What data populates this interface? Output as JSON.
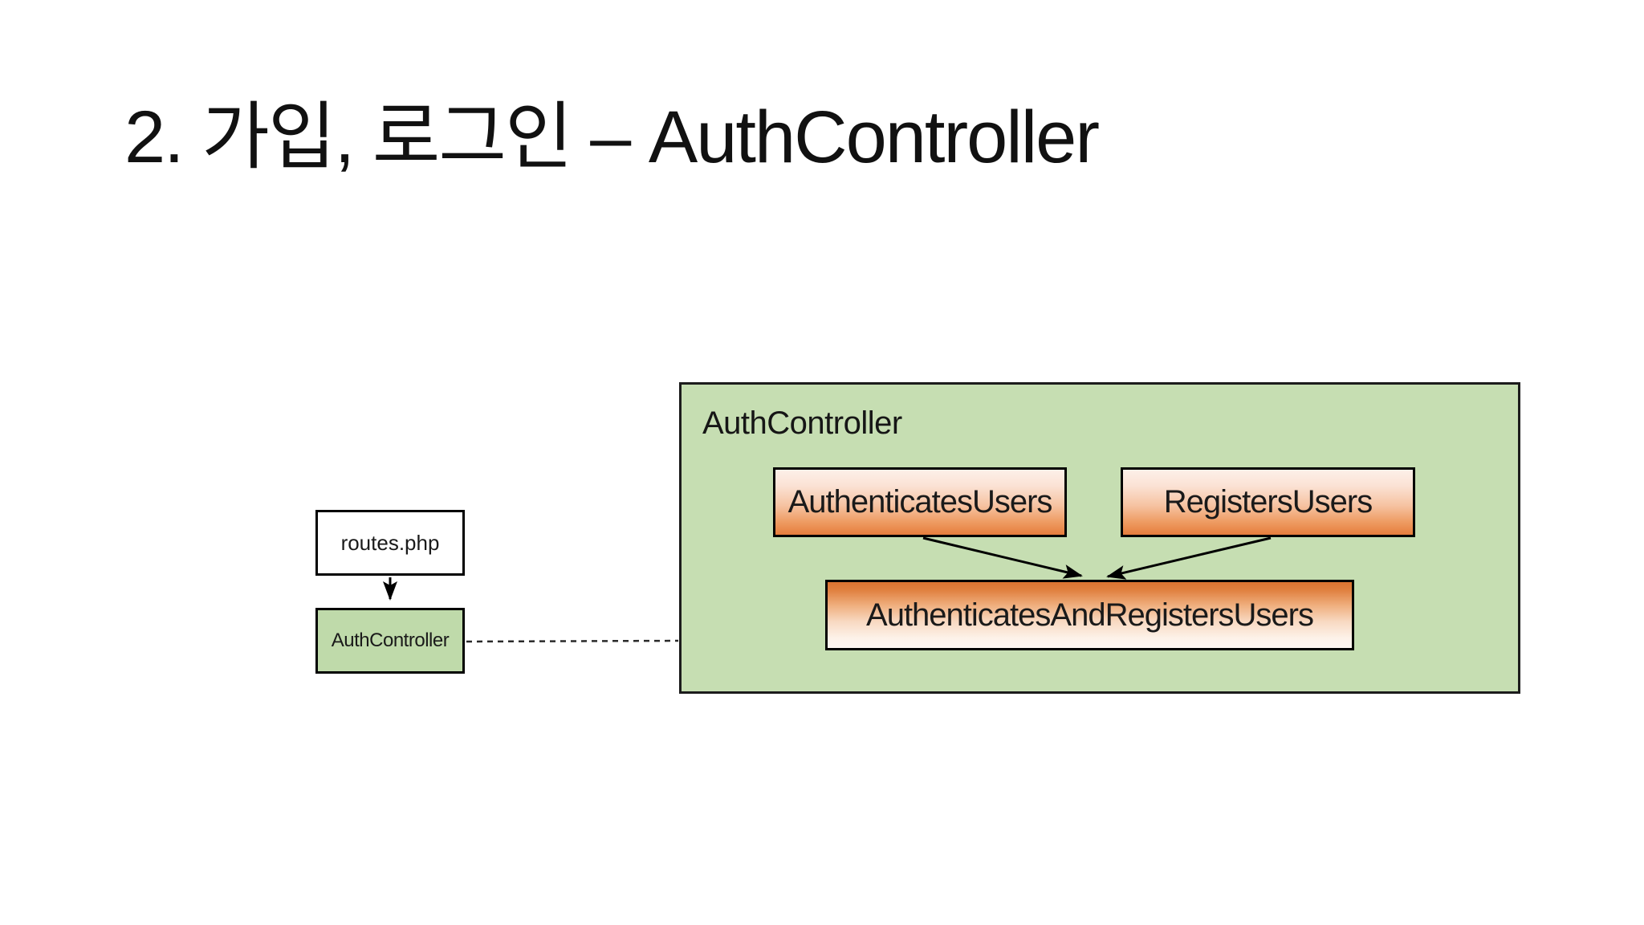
{
  "slide": {
    "title": "2. 가입, 로그인 – AuthController"
  },
  "routing": {
    "routes_file": "routes.php",
    "controller": "AuthController"
  },
  "auth_controller_panel": {
    "label": "AuthController",
    "traits": [
      {
        "label": "AuthenticatesUsers"
      },
      {
        "label": "RegistersUsers"
      }
    ],
    "combined_trait": {
      "label": "AuthenticatesAndRegistersUsers"
    }
  },
  "colors": {
    "slide_background": "#ffffff",
    "panel_green": "#c6deb2",
    "controller_green": "#bfdaaa",
    "trait_gradient_top": "#fdf0e9",
    "trait_gradient_bottom": "#e67d3c",
    "combined_gradient_top": "#db7431",
    "combined_gradient_bottom": "#fdf6f1",
    "border": "#000000",
    "text": "#1a1a1a"
  }
}
